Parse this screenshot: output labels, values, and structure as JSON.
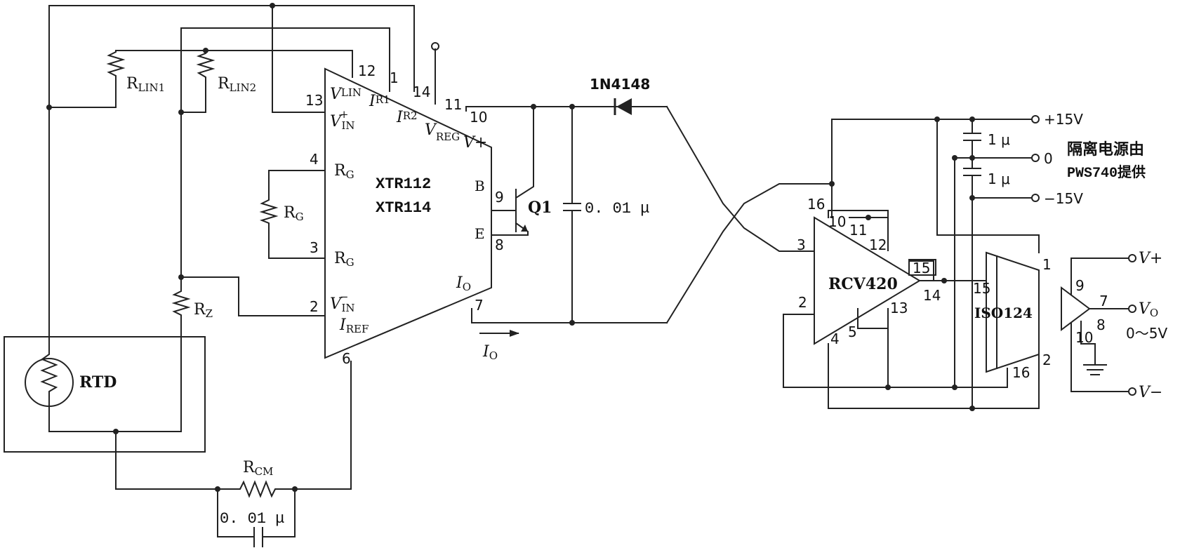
{
  "resistors": {
    "rlin1": {
      "base": "R",
      "sub": "LIN1"
    },
    "rlin2": {
      "base": "R",
      "sub": "LIN2"
    },
    "rg": {
      "base": "R",
      "sub": "G"
    },
    "rz": {
      "base": "R",
      "sub": "Z"
    },
    "rcm": {
      "base": "R",
      "sub": "CM"
    }
  },
  "rtd": {
    "label": "RTD"
  },
  "xtr": {
    "part1": "XTR112",
    "part2": "XTR114",
    "pins": {
      "p12": "12",
      "p1": "1",
      "p14": "14",
      "p11": "11",
      "p10": "10",
      "p13": "13",
      "p4": "4",
      "p3": "3",
      "p2": "2",
      "p9": "9",
      "p8": "8",
      "p7": "7",
      "p6": "6"
    },
    "labels": {
      "vlin": {
        "base": "V",
        "sub": "LIN"
      },
      "ir1": {
        "base": "I",
        "sub": "R1"
      },
      "ir2": {
        "base": "I",
        "sub": "R2"
      },
      "vreg": {
        "base": "V",
        "sub": "REG"
      },
      "vplus": "V+",
      "vin_plus": {
        "base": "V",
        "sup": "+",
        "sub": "IN"
      },
      "rg_top": {
        "base": "R",
        "sub": "G"
      },
      "rg_bot": {
        "base": "R",
        "sub": "G"
      },
      "b": "B",
      "e": "E",
      "io": {
        "base": "I",
        "sub": "O"
      },
      "vin_minus": {
        "base": "V",
        "sup": "−",
        "sub": "IN"
      },
      "iref": {
        "base": "I",
        "sub": "REF"
      }
    }
  },
  "q1": {
    "label": "Q1"
  },
  "cap_mid": {
    "label": "0. 01 μ"
  },
  "cap_cm": {
    "label": "0. 01 μ"
  },
  "io_arrow": {
    "base": "I",
    "sub": "O"
  },
  "diode": {
    "label": "1N4148"
  },
  "rcv": {
    "label": "RCV420",
    "pins": {
      "p16": "16",
      "p10": "10",
      "p11": "11",
      "p12": "12",
      "p3": "3",
      "p15": "15",
      "p14": "14",
      "p2": "2",
      "p13": "13",
      "p5": "5",
      "p4": "4"
    }
  },
  "supply": {
    "plus15": "+15V",
    "zero": "0",
    "minus15": "−15V",
    "cap1": "1 μ",
    "cap2": "1 μ",
    "note_line1": "隔离电源由",
    "note_line2": "PWS740提供"
  },
  "iso": {
    "label": "ISO124",
    "pins": {
      "p1": "1",
      "p15": "15",
      "p2": "2",
      "p16": "16"
    }
  },
  "buffer": {
    "pins": {
      "p9": "9",
      "p7": "7",
      "p10": "10",
      "p8": "8"
    },
    "vplus": "V+",
    "vo": {
      "base": "V",
      "sub": "O"
    },
    "range": "0～5V",
    "vminus": "V−"
  }
}
